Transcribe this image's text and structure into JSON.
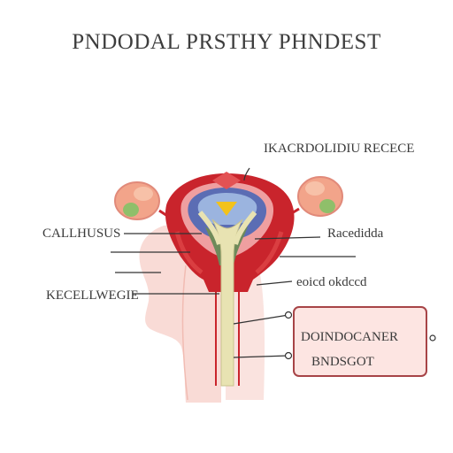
{
  "title": "PNDODAL PRSTHY PHNDEST",
  "labels": {
    "top_right": "IKACRDOLIDIU RECECE",
    "left_1": "CALLHUSUS",
    "left_2": "KECELLWEGIE",
    "right_1": "Racedidda",
    "right_2": "eoicd okdccd"
  },
  "callout": {
    "line1": "DOINDOCANER",
    "line2": "BNDSGOT"
  },
  "colors": {
    "outer_red": "#c9242c",
    "inner_blue": "#5b6db4",
    "stalk": "#e8e3b2",
    "skin": "#f8d7d1",
    "callout_border": "#a74447",
    "callout_fill": "#fde5e2",
    "gland_peach": "#f2a48a",
    "gland_green": "#8fbf6a"
  }
}
